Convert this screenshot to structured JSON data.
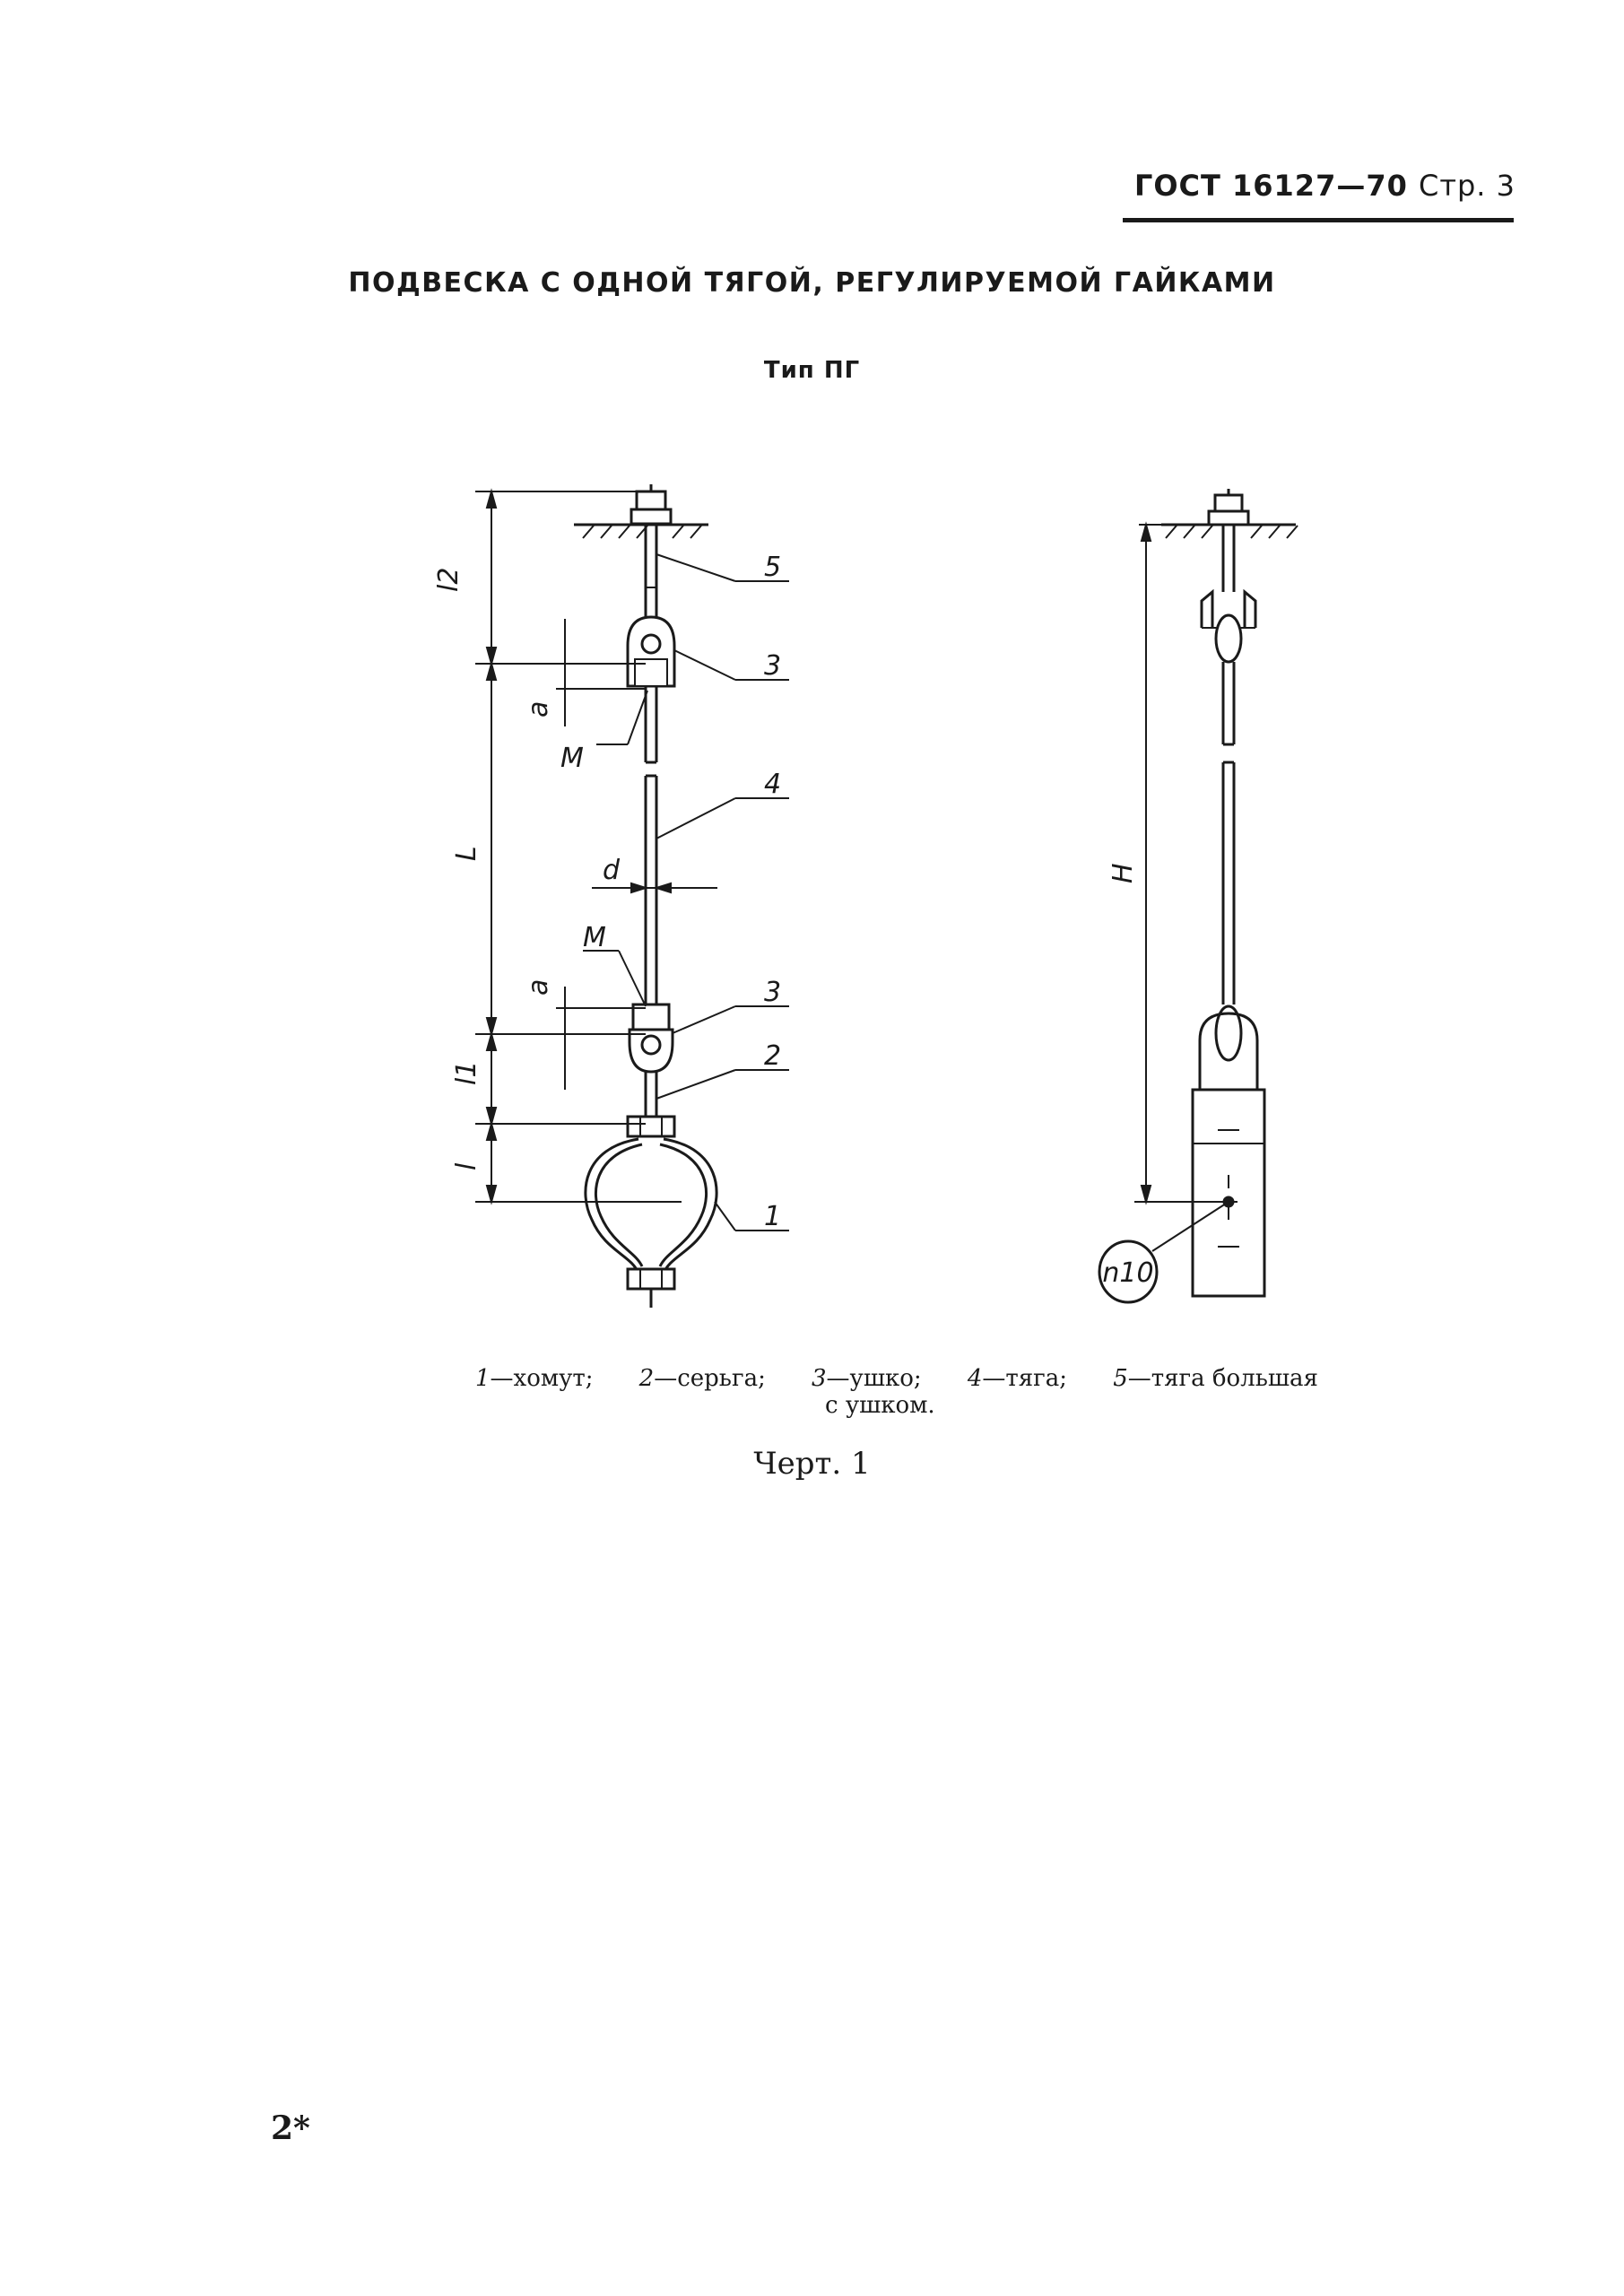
{
  "header": {
    "standard": "ГОСТ 16127—70",
    "page": "Стр. 3"
  },
  "title": "ПОДВЕСКА С ОДНОЙ ТЯГОЙ, РЕГУЛИРУЕМОЙ ГАЙКАМИ",
  "subtitle": "Тип ПГ",
  "drawing": {
    "dims": {
      "l2": "l2",
      "a_top": "a",
      "L": "L",
      "a_bottom": "a",
      "l1": "l1",
      "l": "l",
      "d": "d",
      "M_top": "M",
      "M_bottom": "M",
      "H": "H",
      "pipe": "n10"
    },
    "callouts": [
      "5",
      "3",
      "4",
      "3",
      "2",
      "1"
    ]
  },
  "legend": {
    "items": [
      {
        "num": "1",
        "text": "—хомут;"
      },
      {
        "num": "2",
        "text": "—серьга;"
      },
      {
        "num": "3",
        "text": "—ушко;"
      },
      {
        "num": "4",
        "text": "—тяга;"
      },
      {
        "num": "5",
        "text": "—тяга большая"
      }
    ],
    "continuation": "с ушком."
  },
  "caption": "Черт. 1",
  "page_number": "2*"
}
